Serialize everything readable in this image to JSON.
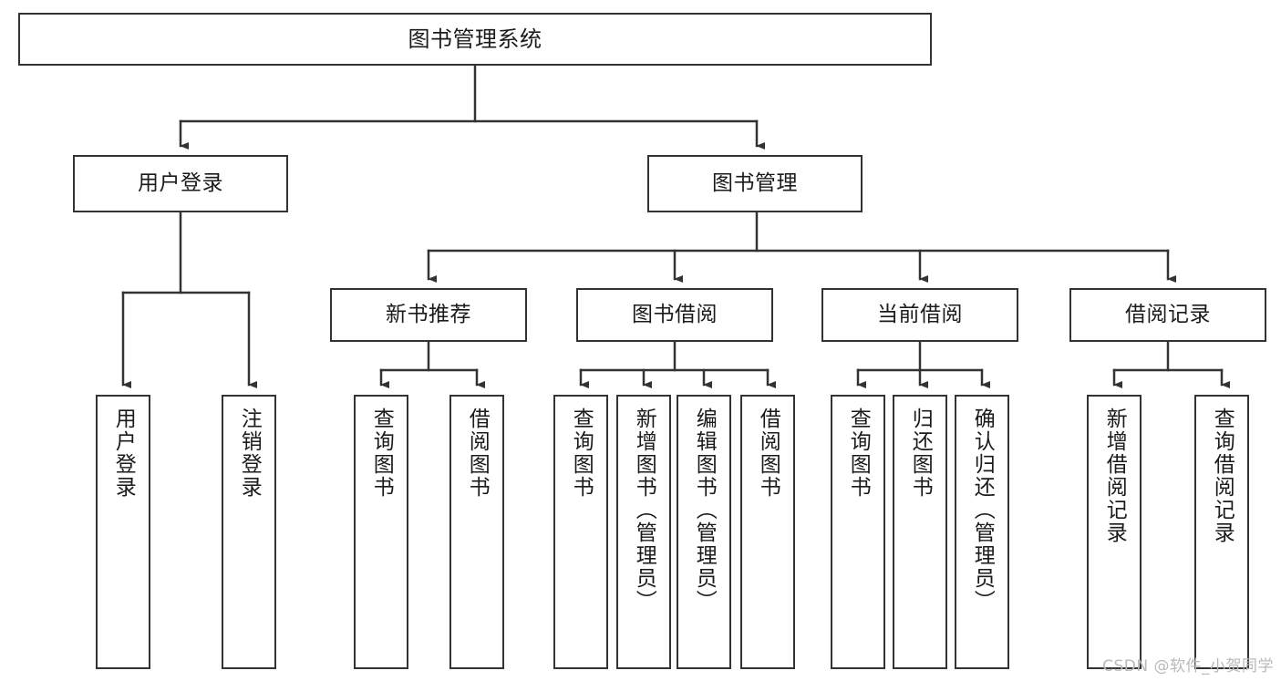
{
  "diagram": {
    "title": "图书管理系统",
    "type": "tree-hierarchy-diagram",
    "colors": {
      "box_border": "#333333",
      "box_fill": "#ffffff",
      "edge": "#333333",
      "text": "#1b1b1b",
      "background": "#ffffff",
      "watermark": "#b9b9b9"
    },
    "root": {
      "label": "图书管理系统"
    },
    "level2": [
      {
        "label": "用户登录"
      },
      {
        "label": "图书管理"
      }
    ],
    "level3": [
      {
        "label": "新书推荐"
      },
      {
        "label": "图书借阅"
      },
      {
        "label": "当前借阅"
      },
      {
        "label": "借阅记录"
      }
    ],
    "leaves": {
      "user_login": [
        {
          "label": "用户登录"
        },
        {
          "label": "注销登录"
        }
      ],
      "new_book_recommend": [
        {
          "label": "查询图书"
        },
        {
          "label": "借阅图书"
        }
      ],
      "book_borrow": [
        {
          "label": "查询图书"
        },
        {
          "label": "新增图书（管理员）"
        },
        {
          "label": "编辑图书（管理员）"
        },
        {
          "label": "借阅图书"
        }
      ],
      "current_borrow": [
        {
          "label": "查询图书"
        },
        {
          "label": "归还图书"
        },
        {
          "label": "确认归还（管理员）"
        }
      ],
      "borrow_record": [
        {
          "label": "新增借阅记录"
        },
        {
          "label": "查询借阅记录"
        }
      ]
    }
  },
  "watermark": {
    "text": "CSDN @软件_小贺同学"
  }
}
